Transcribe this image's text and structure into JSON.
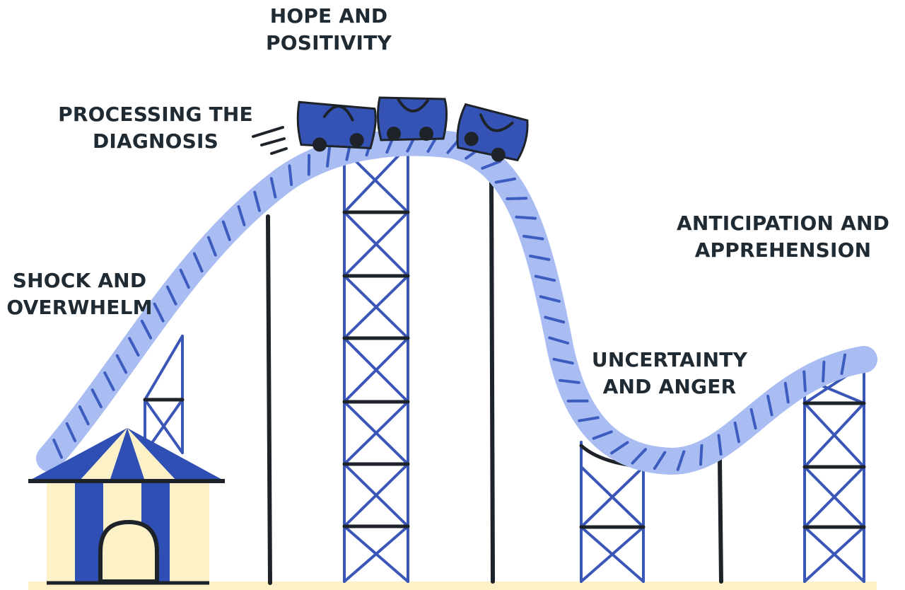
{
  "labels": {
    "hope": [
      "HOPE AND",
      "POSITIVITY"
    ],
    "processing": [
      "PROCESSING THE",
      "DIAGNOSIS"
    ],
    "shock": [
      "SHOCK AND",
      "OVERWHELM"
    ],
    "anticipation": [
      "ANTICIPATION AND",
      "APPREHENSION"
    ],
    "uncertainty": [
      "UNCERTAINTY",
      "AND ANGER"
    ]
  },
  "colors": {
    "track": "#a9bdf2",
    "tie": "#3d5cc0",
    "tower": "#3a57b8",
    "post": "#1d2329",
    "car": "#3552b5",
    "tent_blue": "#2f4fb4",
    "tent_cream": "#fdf1c8",
    "ground": "#fdf1c8",
    "text": "#1f2a33"
  }
}
